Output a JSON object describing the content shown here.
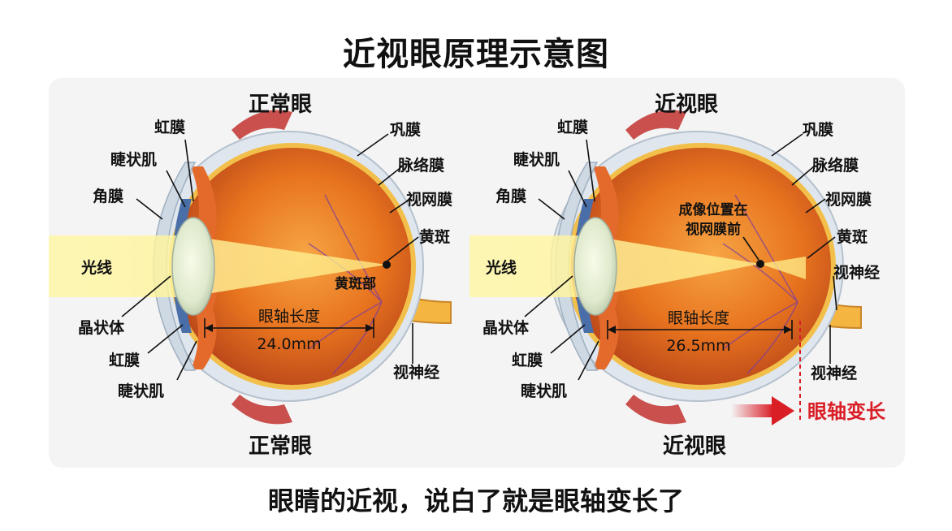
{
  "title": "近视眼原理示意图",
  "footer": "眼睛的近视，说白了就是眼轴变长了",
  "normal_eye": {
    "top_title": "正常眼",
    "bottom_title": "正常眼",
    "labels": {
      "iris_top": "虹膜",
      "ciliary_top": "睫状肌",
      "cornea": "角膜",
      "light": "光线",
      "lens": "晶状体",
      "iris_bottom": "虹膜",
      "ciliary_bottom": "睫状肌",
      "sclera": "巩膜",
      "choroid": "脉络膜",
      "retina": "视网膜",
      "macula": "黄斑",
      "macula_part": "黄斑部",
      "optic_nerve": "视神经"
    },
    "axis_label": "眼轴长度",
    "axis_value": "24.0mm"
  },
  "myopic_eye": {
    "top_title": "近视眼",
    "bottom_title": "近视眼",
    "labels": {
      "iris_top": "虹膜",
      "ciliary_top": "睫状肌",
      "cornea": "角膜",
      "light": "光线",
      "lens": "晶状体",
      "iris_bottom": "虹膜",
      "ciliary_bottom": "睫状肌",
      "sclera": "巩膜",
      "choroid": "脉络膜",
      "retina": "视网膜",
      "macula": "黄斑",
      "optic_nerve_right": "视神经",
      "optic_nerve_bottom": "视神经",
      "focus_line1": "成像位置在",
      "focus_line2": "视网膜前"
    },
    "axis_label": "眼轴长度",
    "axis_value": "26.5mm",
    "axis_change": "眼轴变长"
  },
  "colors": {
    "eyeball": "#e8741f",
    "eyeball_dark": "#b8441a",
    "sclera": "#dfe6ee",
    "light_beam": "#fff48a",
    "accent_red": "#d91e26"
  }
}
